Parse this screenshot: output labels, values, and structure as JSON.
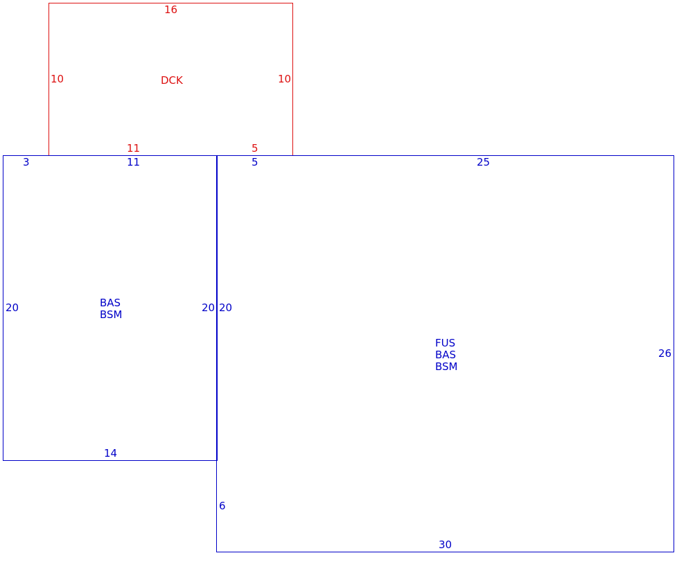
{
  "colors": {
    "structure": "#0000c8",
    "deck": "#dd1111"
  },
  "deck": {
    "code": "DCK",
    "top": "16",
    "left": "10",
    "right": "10",
    "bottom_left": "11",
    "bottom_right": "5"
  },
  "left_wing": {
    "codes": [
      "BAS",
      "BSM"
    ],
    "top_offset": "3",
    "top": "11",
    "left": "20",
    "right": "20",
    "bottom": "14"
  },
  "main_block": {
    "codes": [
      "FUS",
      "BAS",
      "BSM"
    ],
    "top_left": "5",
    "top": "25",
    "left_upper": "20",
    "left_lower": "6",
    "right": "26",
    "bottom": "30"
  }
}
